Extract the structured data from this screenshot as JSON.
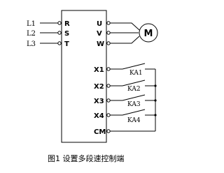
{
  "diagram": {
    "supply_inputs": [
      {
        "line": "L1",
        "terminal": "R"
      },
      {
        "line": "L2",
        "terminal": "S"
      },
      {
        "line": "L3",
        "terminal": "T"
      }
    ],
    "output_terminals": [
      "U",
      "V",
      "W"
    ],
    "motor_label": "M",
    "control_terminals": [
      {
        "terminal": "X1",
        "relay": "KA1"
      },
      {
        "terminal": "X2",
        "relay": "KA2"
      },
      {
        "terminal": "X3",
        "relay": "KA3"
      },
      {
        "terminal": "X4",
        "relay": "KA4"
      }
    ],
    "common_terminal": "CM",
    "caption": "图1  设置多段速控制端"
  }
}
